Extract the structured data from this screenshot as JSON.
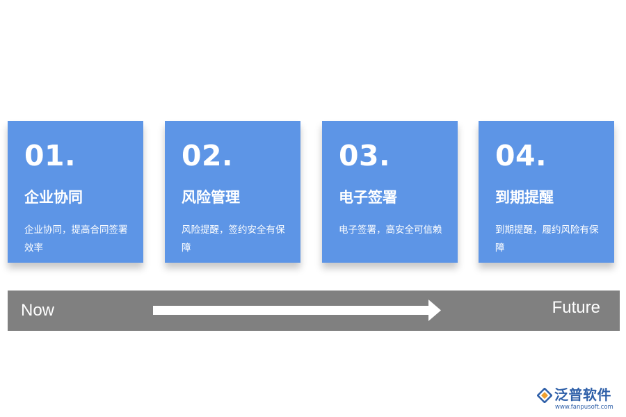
{
  "cards": [
    {
      "number": "01.",
      "title": "企业协同",
      "desc": "企业协同，提高合同签署效率"
    },
    {
      "number": "02.",
      "title": "风险管理",
      "desc": "风险提醒，签约安全有保障"
    },
    {
      "number": "03.",
      "title": "电子签署",
      "desc": "电子签署，高安全可信赖"
    },
    {
      "number": "04.",
      "title": "到期提醒",
      "desc": "到期提醒，履约风险有保障"
    }
  ],
  "timeline": {
    "start_label": "Now",
    "end_label": "Future",
    "arrow_icon": "right-arrow-icon"
  },
  "logo": {
    "name": "泛普软件",
    "url": "www.fanpusoft.com",
    "icon": "fanpu-logo-icon"
  },
  "colors": {
    "card_bg": "#5d95e6",
    "timeline_bg": "#808080",
    "logo_blue": "#2e5fa8",
    "logo_orange": "#f0a030"
  }
}
